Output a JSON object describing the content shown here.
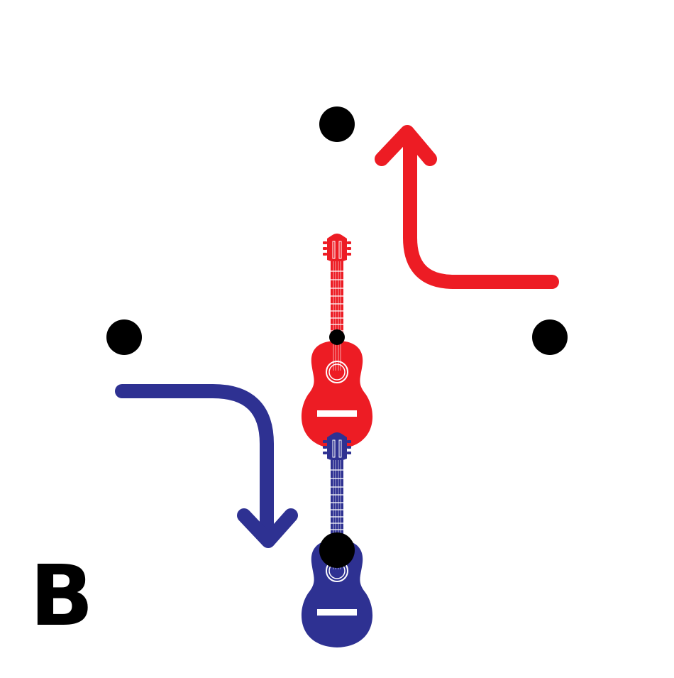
{
  "label": "B",
  "colors": {
    "red": "#ed1c24",
    "blue": "#2e3192",
    "dot": "#000000",
    "background": "#ffffff"
  },
  "elements": {
    "dots": [
      "top-center",
      "left",
      "right",
      "center",
      "bottom-center"
    ],
    "arrows": [
      {
        "color": "red",
        "direction": "right-to-up"
      },
      {
        "color": "blue",
        "direction": "left-to-down"
      }
    ],
    "guitars": [
      {
        "color": "red",
        "position": "upper"
      },
      {
        "color": "blue",
        "position": "lower"
      }
    ]
  }
}
